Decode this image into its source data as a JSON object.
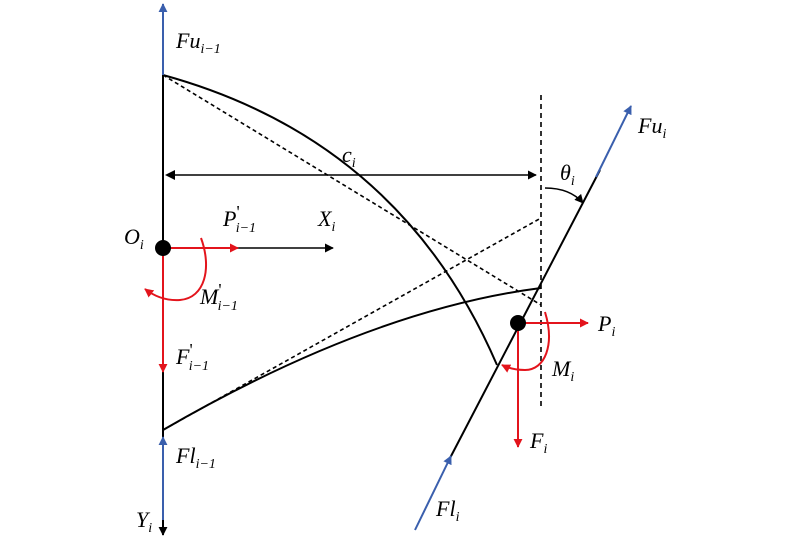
{
  "colors": {
    "black": "#000000",
    "red": "#e3141c",
    "blue": "#3a5fad"
  },
  "labels": {
    "fu_prev": {
      "main": "Fu",
      "sub": "i−1"
    },
    "fu_i": {
      "main": "Fu",
      "sub": "i"
    },
    "c_i": {
      "main": "c",
      "sub": "i"
    },
    "theta_i": {
      "main": "θ",
      "sub": "i"
    },
    "o_i": {
      "main": "O",
      "sub": "i"
    },
    "p_prev": {
      "main": "P",
      "prime": "'",
      "sub": "i−1"
    },
    "x_i": {
      "main": "X",
      "sub": "i"
    },
    "m_prev": {
      "main": "M",
      "prime": "'",
      "sub": "i−1"
    },
    "f_prev": {
      "main": "F",
      "prime": "'",
      "sub": "i−1"
    },
    "p_i": {
      "main": "P",
      "sub": "i"
    },
    "m_i": {
      "main": "M",
      "sub": "i"
    },
    "f_i": {
      "main": "F",
      "sub": "i"
    },
    "fl_prev": {
      "main": "Fl",
      "sub": "i−1"
    },
    "y_i": {
      "main": "Y",
      "sub": "i"
    },
    "fl_i": {
      "main": "Fl",
      "sub": "i"
    }
  }
}
